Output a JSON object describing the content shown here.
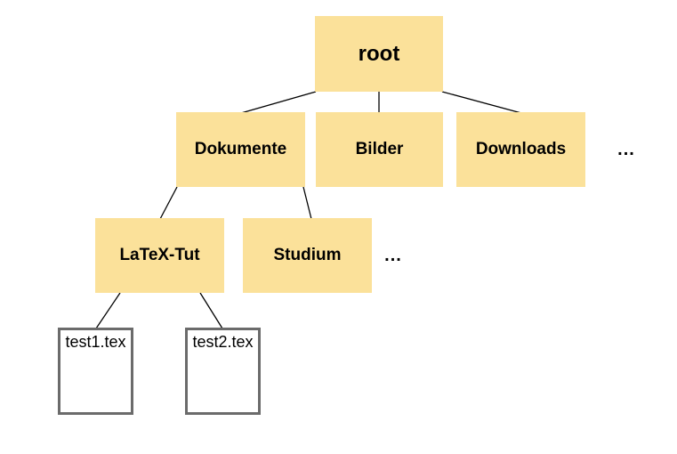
{
  "diagram": {
    "kind": "file-system-tree",
    "background": "#ffffff",
    "colors": {
      "folder_fill": "#FBE19A",
      "file_fill": "#ffffff",
      "file_border": "#6B6B6B",
      "edge": "#000000",
      "text": "#000000"
    },
    "nodes": {
      "root": {
        "label": "root",
        "type": "folder"
      },
      "dokumente": {
        "label": "Dokumente",
        "type": "folder"
      },
      "bilder": {
        "label": "Bilder",
        "type": "folder"
      },
      "downloads": {
        "label": "Downloads",
        "type": "folder"
      },
      "ellipsis_level2": {
        "label": "...",
        "type": "ellipsis"
      },
      "latex_tut": {
        "label": "LaTeX-Tut",
        "type": "folder"
      },
      "studium": {
        "label": "Studium",
        "type": "folder"
      },
      "ellipsis_level3": {
        "label": "...",
        "type": "ellipsis"
      },
      "test1": {
        "label": "test1.tex",
        "type": "file"
      },
      "test2": {
        "label": "test2.tex",
        "type": "file"
      }
    },
    "edges": [
      {
        "from": "root",
        "to": "dokumente"
      },
      {
        "from": "root",
        "to": "bilder"
      },
      {
        "from": "root",
        "to": "downloads"
      },
      {
        "from": "dokumente",
        "to": "latex_tut"
      },
      {
        "from": "dokumente",
        "to": "studium"
      },
      {
        "from": "latex_tut",
        "to": "test1"
      },
      {
        "from": "latex_tut",
        "to": "test2"
      }
    ]
  }
}
